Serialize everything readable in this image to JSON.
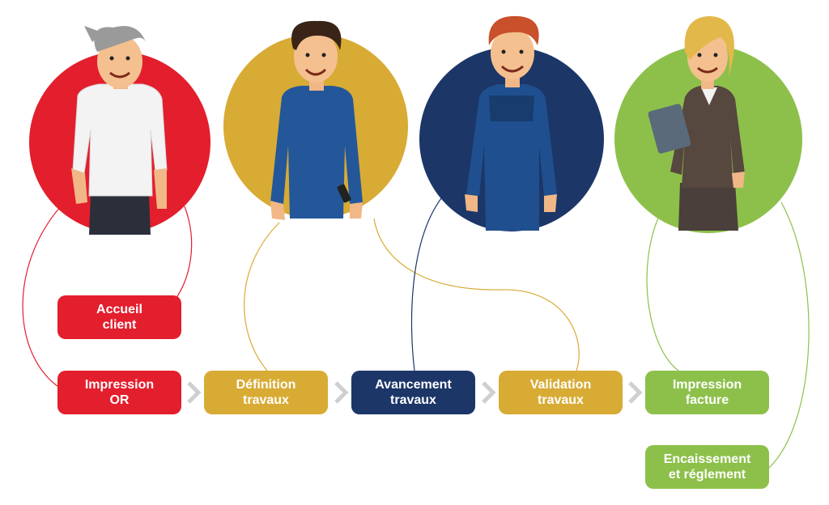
{
  "colors": {
    "red": "#e31e2d",
    "gold": "#d8ab35",
    "navy": "#1c3668",
    "green": "#8dc04a",
    "chevron": "#cfcfcf"
  },
  "characters": [
    {
      "role": "receptionist",
      "circle": "red"
    },
    {
      "role": "technician",
      "circle": "gold"
    },
    {
      "role": "mechanic",
      "circle": "navy"
    },
    {
      "role": "accountant",
      "circle": "green"
    }
  ],
  "steps": {
    "accueil": "Accueil\nclient",
    "impression_or": "Impression\nOR",
    "definition": "Définition\ntravaux",
    "avancement": "Avancement\ntravaux",
    "validation": "Validation\ntravaux",
    "impression_facture": "Impression\nfacture",
    "encaissement": "Encaissement\net réglement"
  }
}
